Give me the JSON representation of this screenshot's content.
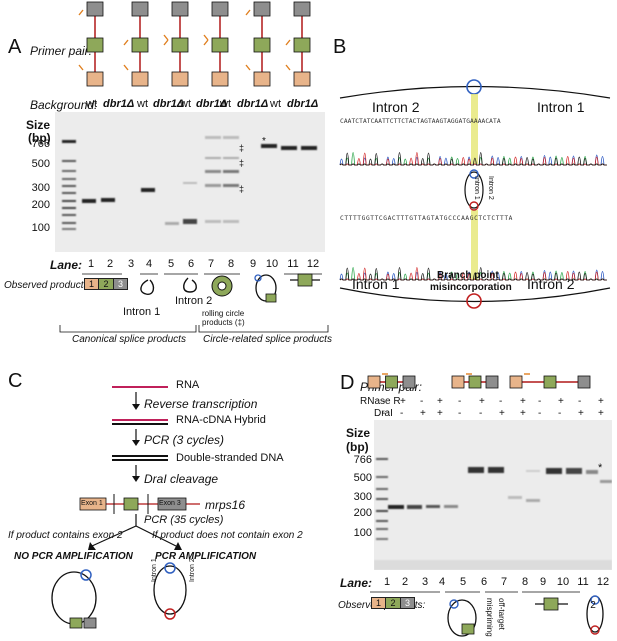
{
  "panelA": {
    "letter": "A",
    "primer_pair_label": "Primer pair:",
    "background_label": "Background:",
    "backgrounds": [
      "wt",
      "dbr1Δ",
      "wt",
      "dbr1Δ",
      "wt",
      "dbr1Δ",
      "wt",
      "dbr1Δ",
      "wt",
      "dbr1Δ"
    ],
    "size_label": "Size",
    "bp_label": "(bp)",
    "sizes": [
      "766",
      "500",
      "300",
      "200",
      "100"
    ],
    "markers": [
      "*",
      "‡",
      "‡",
      "‡"
    ],
    "lane_label": "Lane:",
    "lanes": [
      "1",
      "2",
      "3",
      "4",
      "5",
      "6",
      "7",
      "8",
      "9",
      "10",
      "11",
      "12"
    ],
    "observed_label": "Observed products:",
    "exon_numbers": [
      "1",
      "2",
      "3"
    ],
    "exon2": "2",
    "intron1": "Intron 1",
    "intron2": "Intron 2",
    "rolling_circle": "rolling circle",
    "rolling_circle2": "products (‡)",
    "canonical": "Canonical splice products",
    "circle_related": "Circle-related splice products"
  },
  "panelB": {
    "letter": "B",
    "intron2_top": "Intron 2",
    "intron1_top": "Intron 1",
    "seq_top": "CAATCTATCAATTCTTCTACTAGTAAGTAGGATGAAAACATA",
    "seq_bottom": "CTTTTGGTTCGACTTTGTTAGTATGCCCAAGCTCTCTTTA",
    "intron_label_small": "Intron 1",
    "intron_label_small2": "Intron 2",
    "intron1_bottom": "Intron 1",
    "intron2_bottom": "Intron 2",
    "branch1": "Branch point",
    "branch2": "misincorporation"
  },
  "panelC": {
    "letter": "C",
    "rna": "RNA",
    "rt": "Reverse transcription",
    "hybrid": "RNA-cDNA Hybrid",
    "pcr3": "PCR (3 cycles)",
    "dsdna": "Double-stranded DNA",
    "dral": "DraI cleavage",
    "exon1": "Exon 1",
    "exon3": "Exon 3",
    "gene": "mrps16",
    "pcr35": "PCR (35 cycles)",
    "if_contains": "If product contains exon 2",
    "if_not": "If product does not contain exon 2",
    "no_amp": "NO PCR AMPLIFICATION",
    "amp": "PCR AMPLIFICATION",
    "intron1": "Intron 1",
    "intron2": "Intron 2"
  },
  "panelD": {
    "letter": "D",
    "primer_pair_label": "Primer pair:",
    "rnaser_label": "RNase R",
    "dral_label": "DraI",
    "rnaser": [
      "-",
      "+",
      "-",
      "+",
      "-",
      "+",
      "-",
      "+",
      "-",
      "+",
      "-",
      "+"
    ],
    "dral": [
      "-",
      "-",
      "+",
      "+",
      "-",
      "-",
      "+",
      "+",
      "-",
      "-",
      "+",
      "+"
    ],
    "size_label": "Size",
    "bp_label": "(bp)",
    "sizes": [
      "766",
      "500",
      "300",
      "200",
      "100"
    ],
    "marker": "*",
    "lane_label": "Lane:",
    "lanes": [
      "1",
      "2",
      "3",
      "4",
      "5",
      "6",
      "7",
      "8",
      "9",
      "10",
      "11",
      "12"
    ],
    "observed_label": "Observed products:",
    "exon_numbers": [
      "1",
      "2",
      "3"
    ],
    "exon2": "2",
    "mispriming": "mispriming",
    "off_target": "off-target",
    "exon_small": [
      "1",
      "2",
      "3"
    ]
  },
  "colors": {
    "exon1": "#e8b48a",
    "exon2": "#8ea85a",
    "exon3": "#8e8e8e",
    "line_red": "#b01818",
    "arrow_orange": "#e08020",
    "circle_blue": "#3060c0",
    "circle_red": "#c02020",
    "highlight": "#e6e87a",
    "rna": "#c0205a"
  }
}
